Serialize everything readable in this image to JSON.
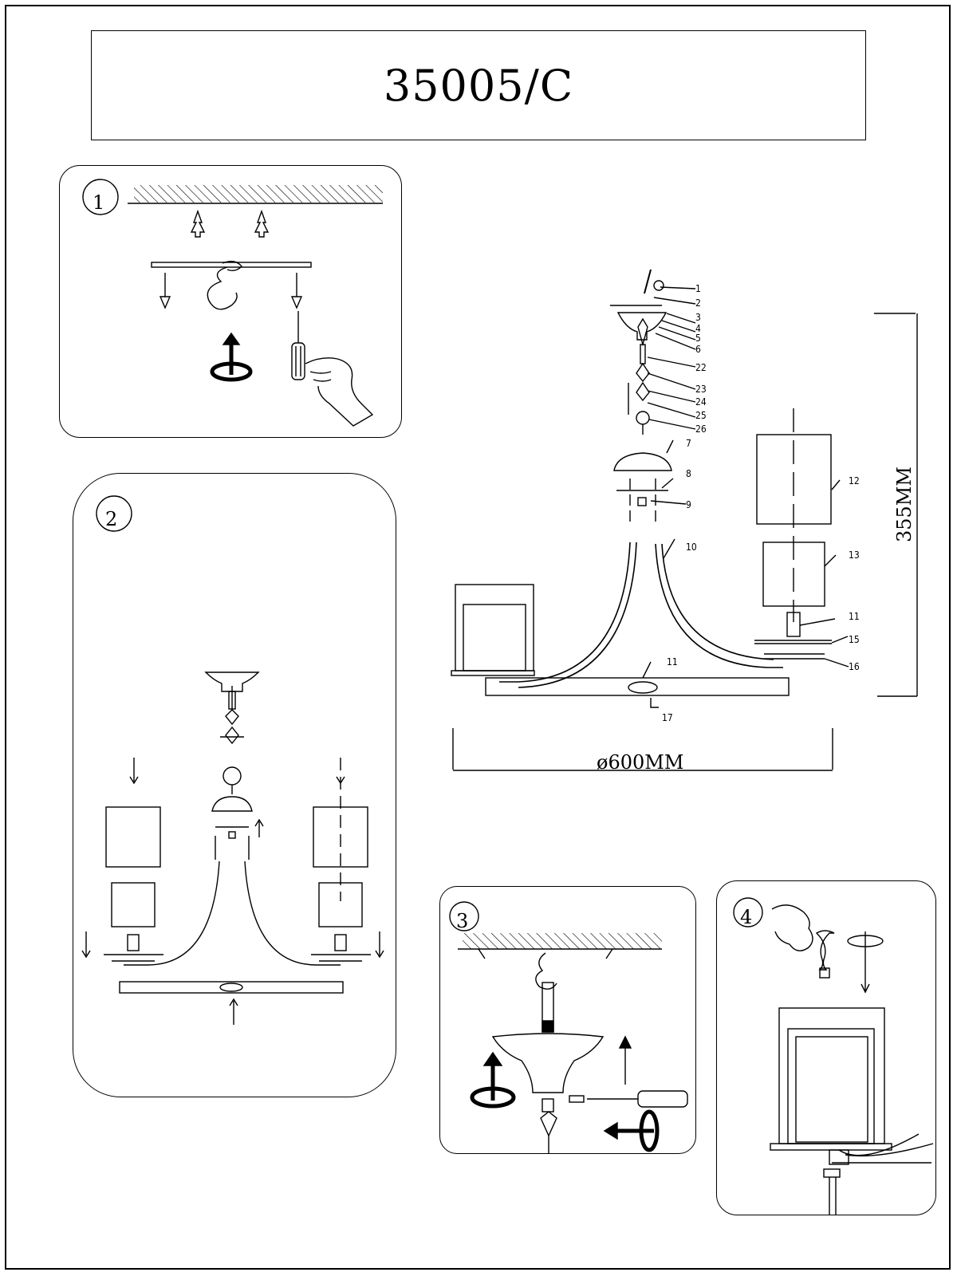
{
  "title": "35005/C",
  "steps": [
    "1",
    "2",
    "3",
    "4"
  ],
  "part_labels": [
    "1",
    "2",
    "3",
    "4",
    "5",
    "6",
    "22",
    "23",
    "24",
    "25",
    "26",
    "7",
    "8",
    "9",
    "10",
    "12",
    "13",
    "11",
    "15",
    "16",
    "11",
    "17"
  ],
  "dimensions": {
    "height": "355MM",
    "diameter": "ø600MM"
  }
}
